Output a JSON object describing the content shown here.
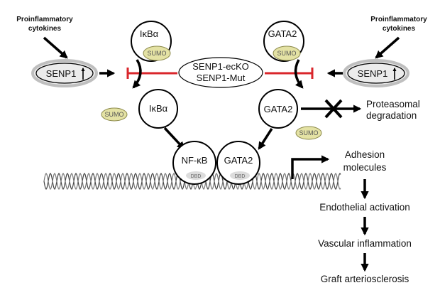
{
  "labels": {
    "cytokines_left_line1": "Proinflammatory",
    "cytokines_left_line2": "cytokines",
    "cytokines_right_line1": "Proinflammatory",
    "cytokines_right_line2": "cytokines",
    "senp1_left": "SENP1",
    "senp1_right": "SENP1",
    "ikba_top": "IκBα",
    "ikba_bottom": "IκBα",
    "gata2_top": "GATA2",
    "gata2_mid": "GATA2",
    "gata2_dna": "GATA2",
    "nfkb": "NF-κB",
    "dbd_left": "DBD",
    "dbd_right": "DBD",
    "inhibitor_line1": "SENP1-ecKO",
    "inhibitor_line2": "SENP1-Mut",
    "sumo_ikba": "SUMO",
    "sumo_gata2": "SUMO",
    "sumo_free_left": "SUMO",
    "sumo_free_right": "SUMO",
    "proteasomal_line1": "Proteasomal",
    "proteasomal_line2": "degradation",
    "adhesion_line1": "Adhesion",
    "adhesion_line2": "molecules",
    "endothelial": "Endothelial activation",
    "vascular": "Vascular inflammation",
    "graft": "Graft arteriosclerosis"
  },
  "colors": {
    "inhibitor_red": "#d9262b",
    "sumo_fill": "#e4e2a4",
    "sumo_stroke": "#8c8a4c",
    "oval_outer": "#bfbfbf",
    "oval_fill": "#ececec"
  }
}
